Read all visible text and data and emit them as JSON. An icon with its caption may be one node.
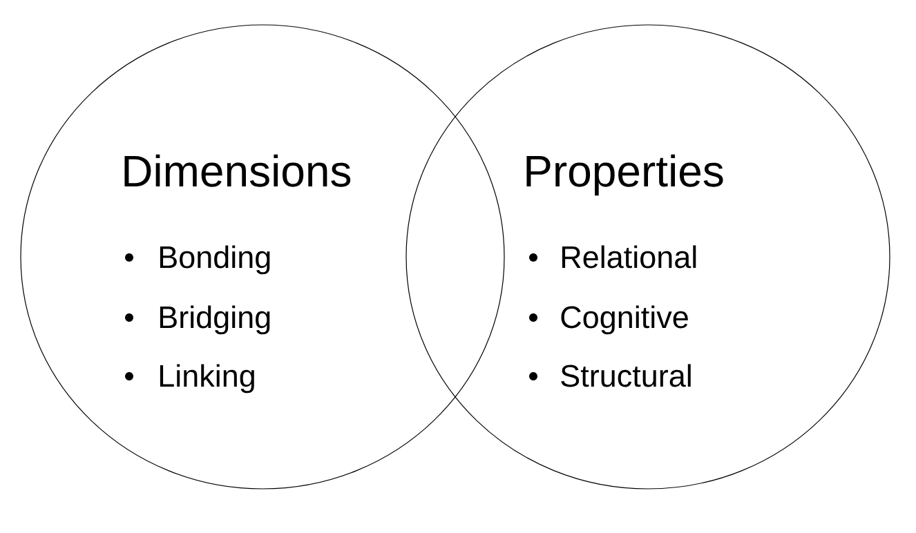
{
  "diagram": {
    "nodes": [
      {
        "text": [
          "Dimensions",
          "Bonding",
          "Bridging",
          "Linking"
        ]
      },
      {
        "text": [
          "Properties",
          "Relational",
          "Cognitive",
          "Structural"
        ]
      }
    ]
  }
}
